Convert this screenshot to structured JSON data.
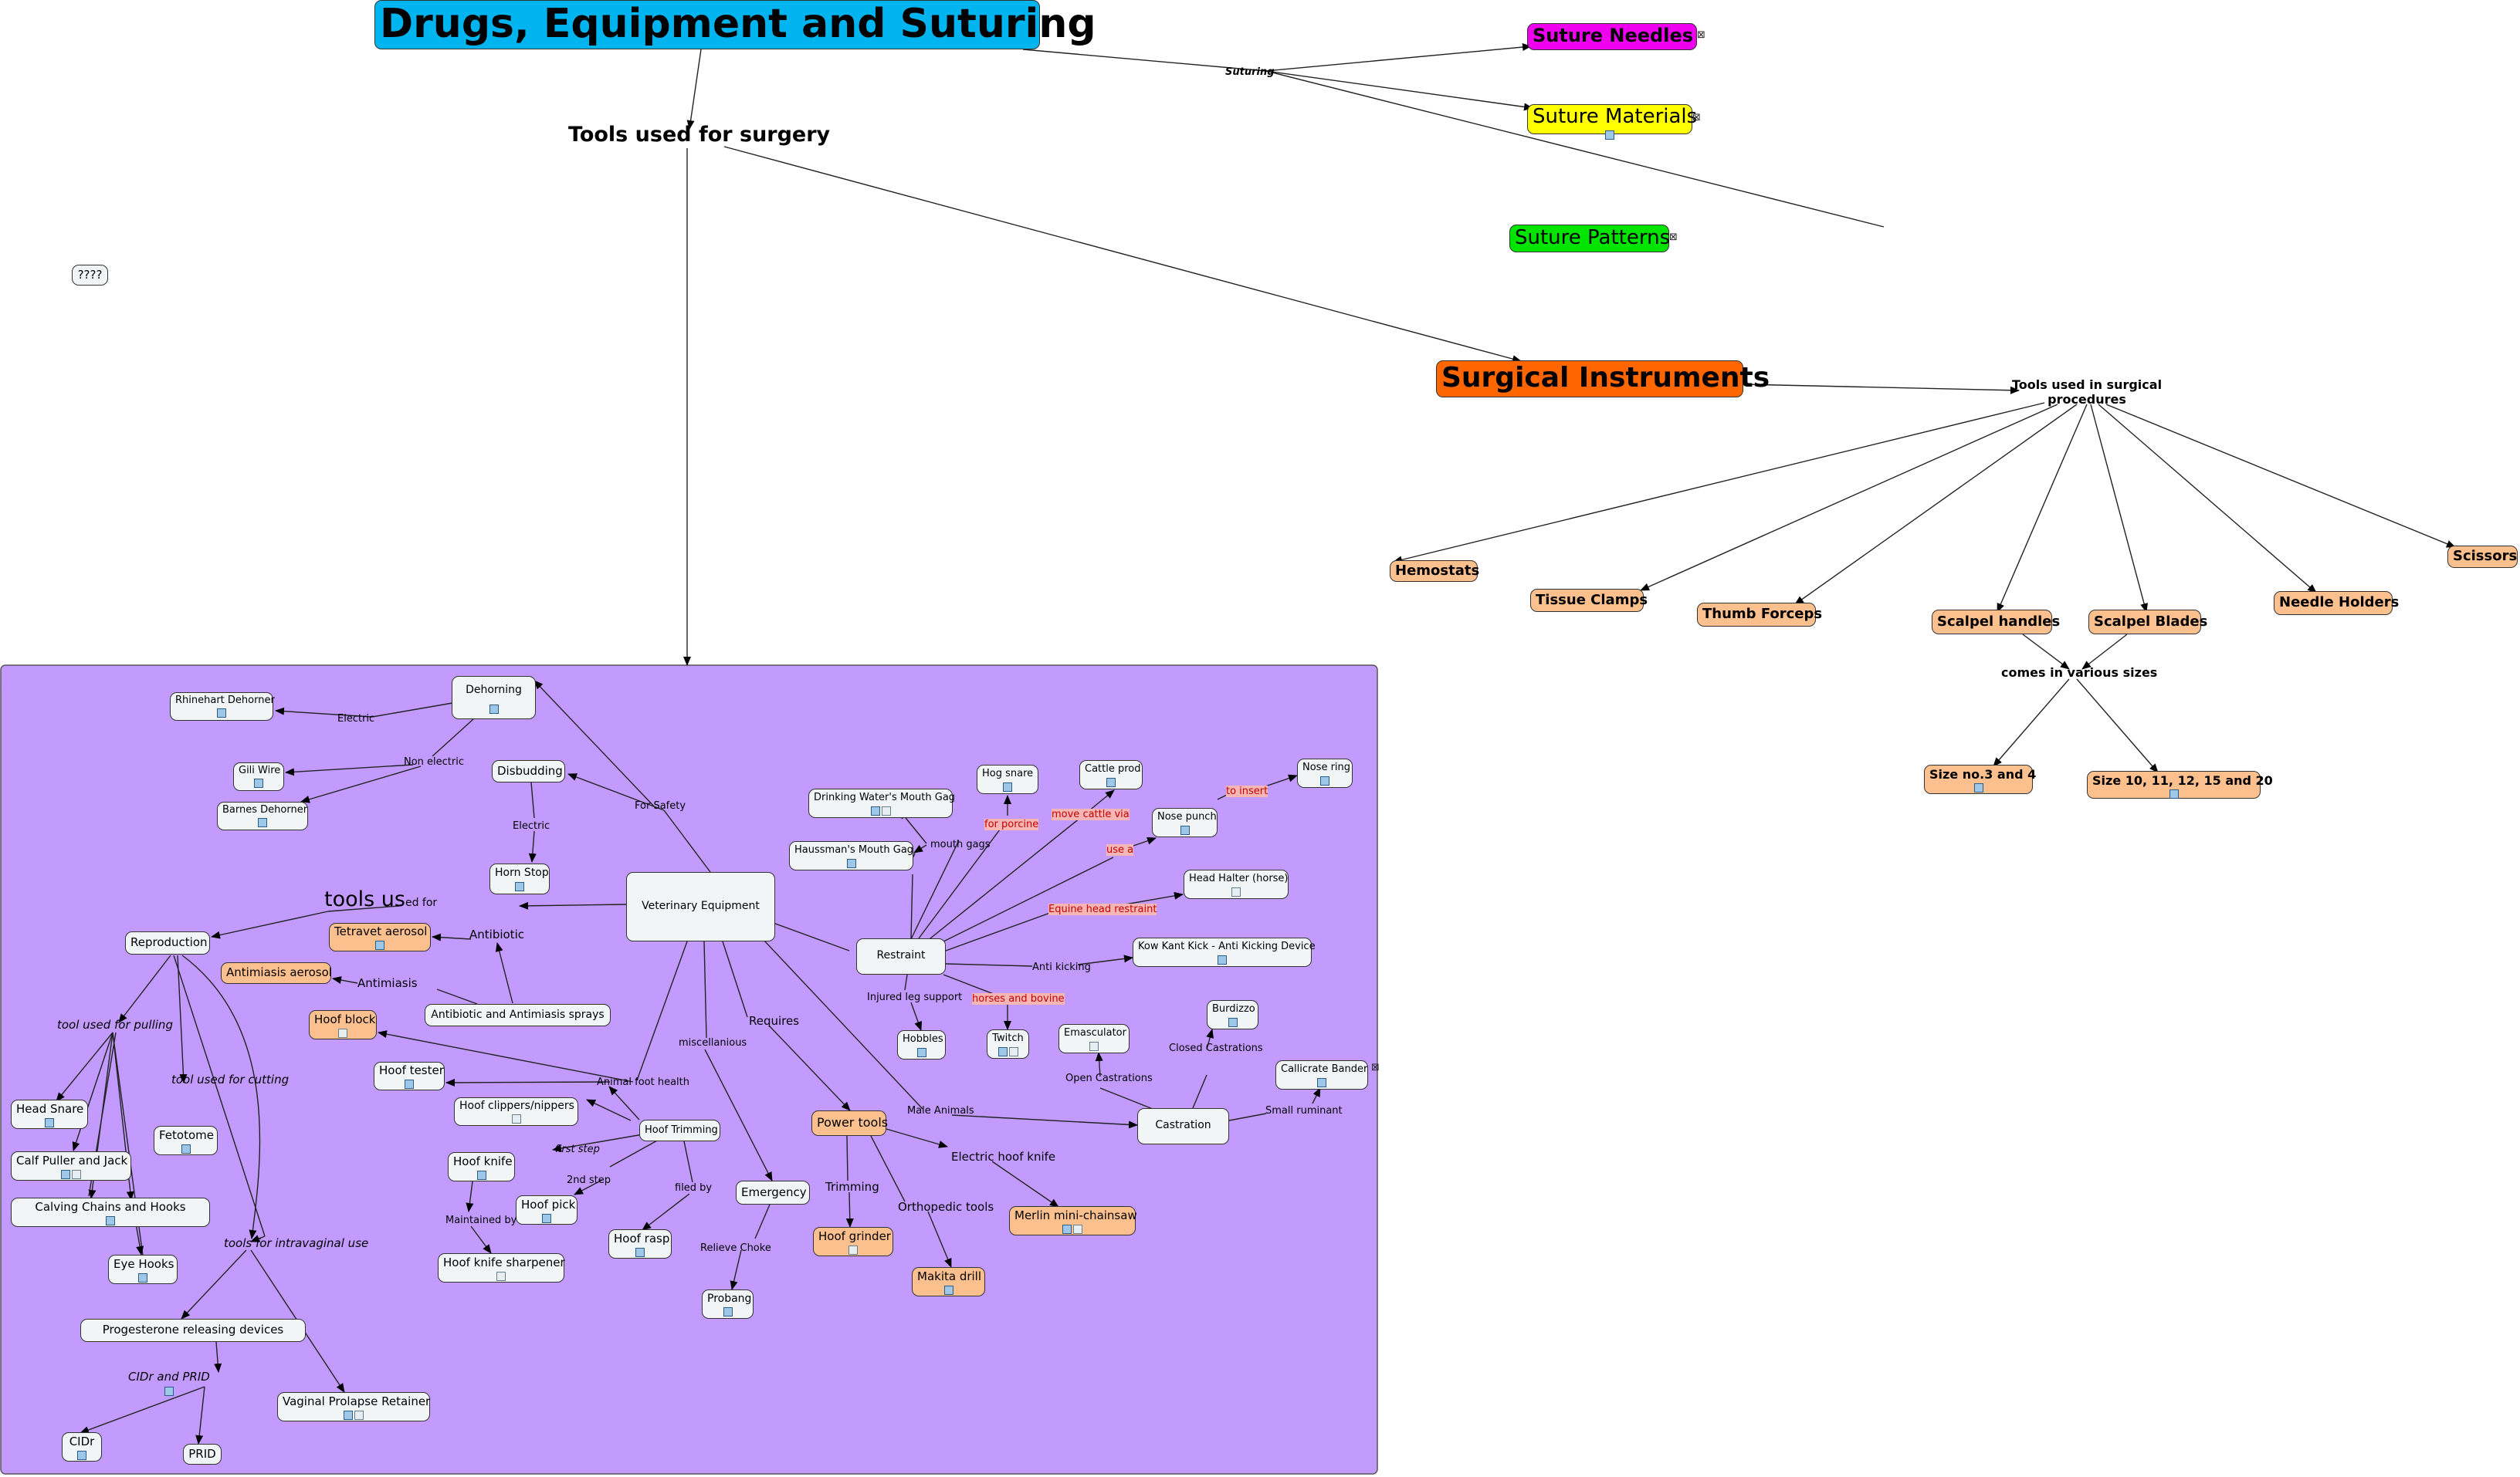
{
  "title": "Drugs, Equipment and Suturing",
  "tools_for_surgery": "Tools used for surgery",
  "suturing_link": "Suturing",
  "suture_needles": "Suture Needles",
  "suture_materials": "Suture Materials",
  "suture_patterns": "Suture Patterns",
  "unknown": "????",
  "surgical_instruments": "Surgical Instruments",
  "tools_used_in_surgical": "Tools used in surgical procedures",
  "instruments": {
    "hemostats": "Hemostats",
    "tissue_clamps": "Tissue Clamps",
    "thumb_forceps": "Thumb Forceps",
    "scalpel_handles": "Scalpel handles",
    "scalpel_blades": "Scalpel Blades",
    "needle_holders": "Needle Holders",
    "scissors": "Scissors",
    "comes_in_sizes": "comes in various sizes",
    "size_34": "Size no.3 and 4",
    "size_10_20": "Size 10, 11, 12, 15 and 20"
  },
  "vet": {
    "veterinary_equipment": "Veterinary Equipment",
    "dehorning": "Dehorning",
    "rhinehart": "Rhinehart Dehorner",
    "electric": "Electric",
    "non_electric": "Non electric",
    "gili_wire": "Gili Wire",
    "barnes": "Barnes Dehorner",
    "disbudding": "Disbudding",
    "electric2": "Electric",
    "horn_stop": "Horn Stop",
    "for_safety": "For Safety",
    "tools_used_for_big": "tools us",
    "tools_used_for_small": "ed for",
    "reproduction": "Reproduction",
    "tetravet": "Tetravet aerosol",
    "antibiotic": "Antibiotic",
    "antimiasis_aerosol": "Antimiasis aerosol",
    "antimiasis": "Antimiasis",
    "sprays": "Antibiotic and Antimiasis sprays",
    "hoof_block": "Hoof block",
    "hoof_tester": "Hoof tester",
    "animal_foot_health": "Animal foot health",
    "hoof_clippers": "Hoof clippers/nippers",
    "hoof_trimming": "Hoof Trimming",
    "first_step": "first step",
    "second_step": "2nd step",
    "filed_by": "filed by",
    "hoof_knife": "Hoof knife",
    "hoof_pick": "Hoof pick",
    "hoof_rasp": "Hoof rasp",
    "maintained_by": "Maintained by",
    "hoof_knife_sharpener": "Hoof knife sharpener",
    "tool_pulling": "tool used for pulling",
    "tool_cutting": "tool used for cutting",
    "head_snare": "Head Snare",
    "calf_puller": "Calf Puller and Jack",
    "calving_chains": "Calving Chains and Hooks",
    "fetotome": "Fetotome",
    "eye_hooks": "Eye Hooks",
    "intravaginal": "tools for intravaginal use",
    "progesterone": "Progesterone releasing devices",
    "cidr_prid": "CIDr and PRID",
    "cidr": "CIDr",
    "prid": "PRID",
    "vaginal": "Vaginal Prolapse Retainer",
    "miscellanious": "miscellanious",
    "requires": "Requires",
    "emergency": "Emergency",
    "relieve_choke": "Relieve Choke",
    "probang": "Probang",
    "power_tools": "Power tools",
    "trimming": "Trimming",
    "hoof_grinder": "Hoof grinder",
    "orthopedic": "Orthopedic tools",
    "makita": "Makita drill",
    "electric_hoof_knife": "Electric hoof knife",
    "merlin": "Merlin mini-chainsaw",
    "male_animals": "Male Animals",
    "castration": "Castration",
    "open_castrations": "Open Castrations",
    "closed_castrations": "Closed Castrations",
    "small_ruminant": "Small ruminant",
    "emasculator": "Emasculator",
    "burdizzo": "Burdizzo",
    "callicrate": "Callicrate Bander",
    "restraint": "Restraint",
    "drinking_gag": "Drinking Water's Mouth Gag",
    "haussmann": "Haussman's Mouth Gag",
    "mouth_gags": "mouth gags",
    "hog_snare": "Hog snare",
    "for_porcine": "for porcine",
    "cattle_prod": "Cattle prod",
    "move_cattle": "move cattle via",
    "nose_punch": "Nose punch",
    "use_a": "use a",
    "to_insert": "to insert",
    "nose_ring": "Nose ring",
    "head_halter": "Head Halter (horse)",
    "equine_head": "Equine head restraint",
    "kow_kant": "Kow Kant Kick - Anti Kicking Device",
    "anti_kicking": "Anti kicking",
    "injured_leg": "Injured leg support",
    "hobbles": "Hobbles",
    "horses_bovine": "horses and bovine",
    "twitch": "Twitch"
  },
  "colors": {
    "title_bg": "#00b4ef",
    "needles_bg": "#ee00ee",
    "materials_bg": "#ffff00",
    "patterns_bg": "#00e400",
    "surgical_bg": "#ff6600",
    "instrument_bg": "#fcc08f",
    "group_bg": "#c39bff",
    "node_bg": "#f1f5f6"
  }
}
